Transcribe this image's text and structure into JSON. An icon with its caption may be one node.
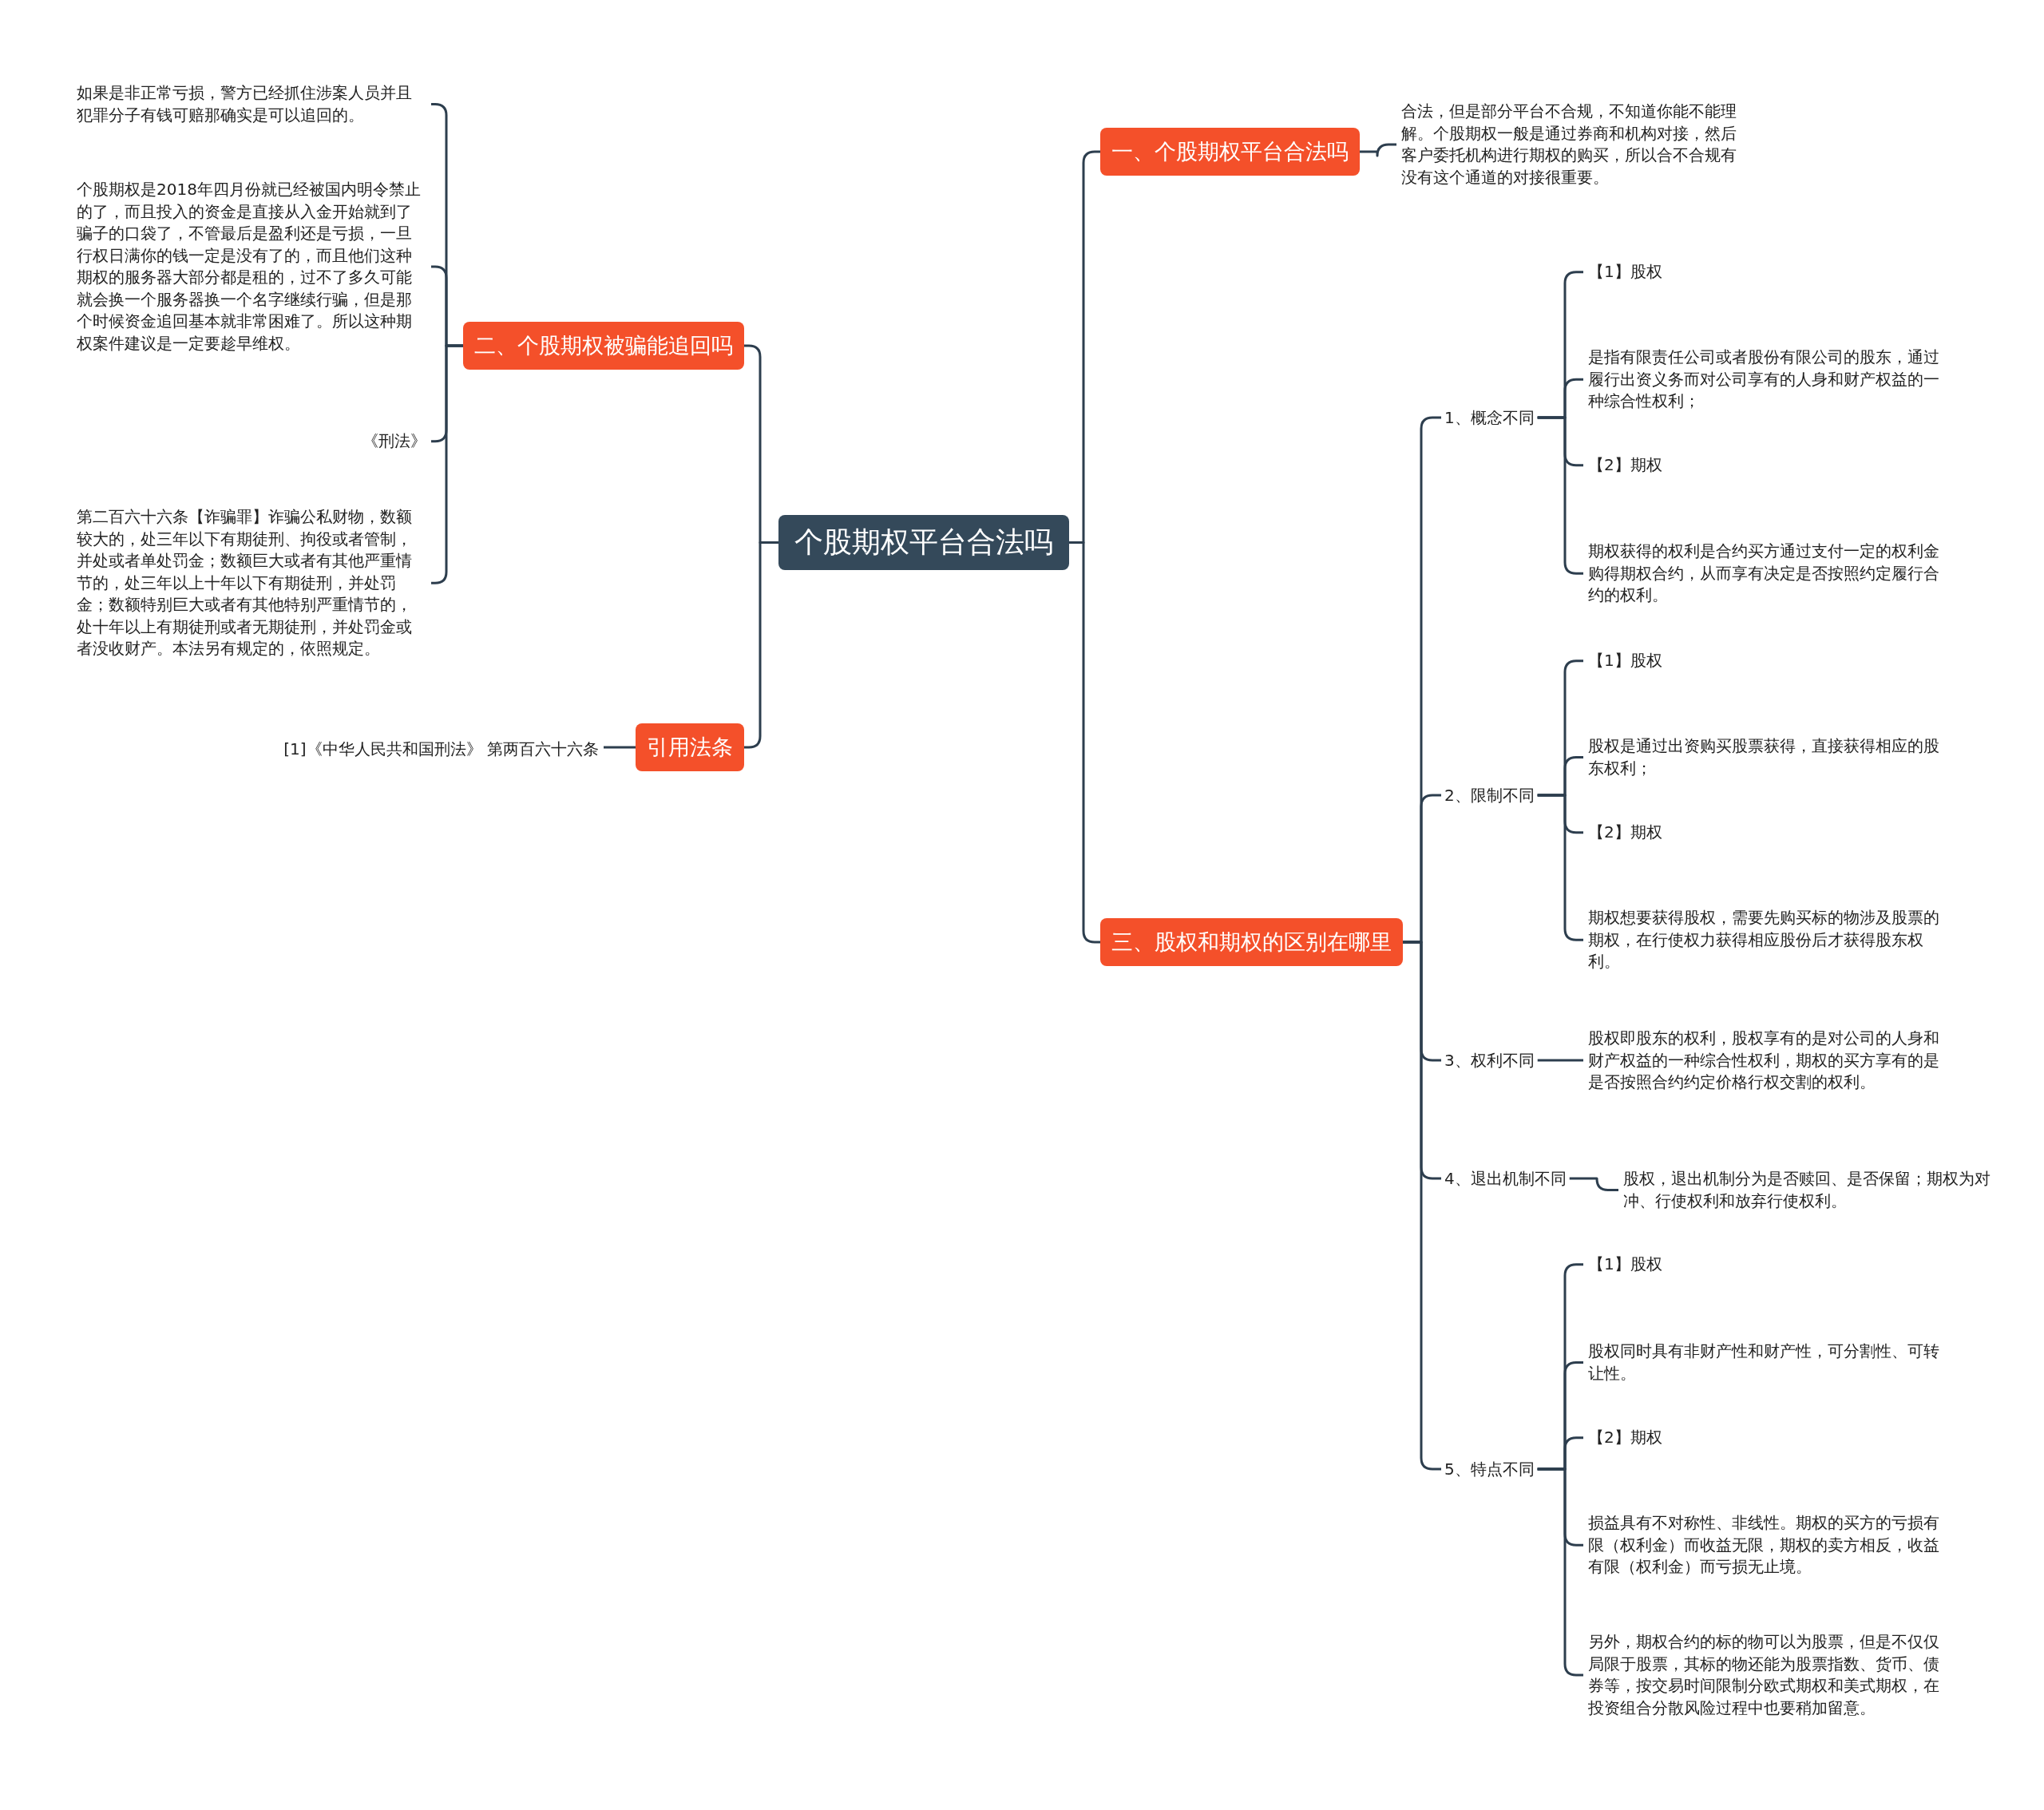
{
  "diagram": {
    "nodes": [
      {
        "text": [
          "个股期权平台合法吗"
        ]
      },
      {
        "text": [
          "一、个股期权平台合法吗"
        ]
      },
      {
        "text": [
          "合法，但是部分平台不合规，不知道你能不能理解。个股期权一般是通过券商和机构对接，然后客户委托机构进行期权的购买，所以合不合规有没有这个通道的对接很重要。"
        ]
      },
      {
        "text": [
          "二、个股期权被骗能追回吗"
        ]
      },
      {
        "text": [
          "如果是非正常亏损，警方已经抓住涉案人员并且犯罪分子有钱可赔那确实是可以追回的。"
        ]
      },
      {
        "text": [
          "个股期权是2018年四月份就已经被国内明令禁止的了，而且投入的资金是直接从入金开始就到了骗子的口袋了，不管最后是盈利还是亏损，一旦行权日满你的钱一定是没有了的，而且他们这种期权的服务器大部分都是租的，过不了多久可能就会换一个服务器换一个名字继续行骗，但是那个时候资金追回基本就非常困难了。所以这种期权案件建议是一定要趁早维权。"
        ]
      },
      {
        "text": [
          "《刑法》"
        ]
      },
      {
        "text": [
          "第二百六十六条【诈骗罪】诈骗公私财物，数额较大的，处三年以下有期徒刑、拘役或者管制，并处或者单处罚金；数额巨大或者有其他严重情节的，处三年以上十年以下有期徒刑，并处罚金；数额特别巨大或者有其他特别严重情节的，处十年以上有期徒刑或者无期徒刑，并处罚金或者没收财产。本法另有规定的，依照规定。"
        ]
      },
      {
        "text": [
          "引用法条"
        ]
      },
      {
        "text": [
          "[1]《中华人民共和国刑法》 第两百六十六条"
        ]
      },
      {
        "text": [
          "三、股权和期权的区别在哪里"
        ]
      },
      {
        "text": [
          "1、概念不同"
        ]
      },
      {
        "text": [
          "【1】股权"
        ]
      },
      {
        "text": [
          "是指有限责任公司或者股份有限公司的股东，通过履行出资义务而对公司享有的人身和财产权益的一种综合性权利；"
        ]
      },
      {
        "text": [
          "【2】期权"
        ]
      },
      {
        "text": [
          "期权获得的权利是合约买方通过支付一定的权利金购得期权合约，从而享有决定是否按照约定履行合约的权利。"
        ]
      },
      {
        "text": [
          "2、限制不同"
        ]
      },
      {
        "text": [
          "【1】股权"
        ]
      },
      {
        "text": [
          "股权是通过出资购买股票获得，直接获得相应的股东权利；"
        ]
      },
      {
        "text": [
          "【2】期权"
        ]
      },
      {
        "text": [
          "期权想要获得股权，需要先购买标的物涉及股票的期权，在行使权力获得相应股份后才获得股东权利。"
        ]
      },
      {
        "text": [
          "3、权利不同"
        ]
      },
      {
        "text": [
          "股权即股东的权利，股权享有的是对公司的人身和财产权益的一种综合性权利，期权的买方享有的是是否按照合约约定价格行权交割的权利。"
        ]
      },
      {
        "text": [
          "4、退出机制不同"
        ]
      },
      {
        "text": [
          "股权，退出机制分为是否赎回、是否保留；期权为对冲、行使权利和放弃行使权利。"
        ]
      },
      {
        "text": [
          "5、特点不同"
        ]
      },
      {
        "text": [
          "【1】股权"
        ]
      },
      {
        "text": [
          "股权同时具有非财产性和财产性，可分割性、可转让性。"
        ]
      },
      {
        "text": [
          "【2】期权"
        ]
      },
      {
        "text": [
          "损益具有不对称性、非线性。期权的买方的亏损有限（权利金）而收益无限，期权的卖方相反，收益有限（权利金）而亏损无止境。"
        ]
      },
      {
        "text": [
          "另外，期权合约的标的物可以为股票，但是不仅仅局限于股票，其标的物还能为股票指数、货币、债券等，按交易时间限制分欧式期权和美式期权，在投资组合分散风险过程中也要稍加留意。"
        ]
      }
    ],
    "edges": [
      {
        "from": 0,
        "to": 1,
        "arrow": "none"
      },
      {
        "from": 1,
        "to": 2,
        "arrow": "none"
      },
      {
        "from": 0,
        "to": 3,
        "arrow": "none"
      },
      {
        "from": 3,
        "to": 4,
        "arrow": "none"
      },
      {
        "from": 3,
        "to": 5,
        "arrow": "none"
      },
      {
        "from": 3,
        "to": 6,
        "arrow": "none"
      },
      {
        "from": 3,
        "to": 7,
        "arrow": "none"
      },
      {
        "from": 0,
        "to": 8,
        "arrow": "none"
      },
      {
        "from": 8,
        "to": 9,
        "arrow": "none"
      },
      {
        "from": 0,
        "to": 10,
        "arrow": "none"
      },
      {
        "from": 10,
        "to": 11,
        "arrow": "none"
      },
      {
        "from": 11,
        "to": 12,
        "arrow": "none"
      },
      {
        "from": 11,
        "to": 13,
        "arrow": "none"
      },
      {
        "from": 11,
        "to": 14,
        "arrow": "none"
      },
      {
        "from": 11,
        "to": 15,
        "arrow": "none"
      },
      {
        "from": 10,
        "to": 16,
        "arrow": "none"
      },
      {
        "from": 16,
        "to": 17,
        "arrow": "none"
      },
      {
        "from": 16,
        "to": 18,
        "arrow": "none"
      },
      {
        "from": 16,
        "to": 19,
        "arrow": "none"
      },
      {
        "from": 16,
        "to": 20,
        "arrow": "none"
      },
      {
        "from": 10,
        "to": 21,
        "arrow": "none"
      },
      {
        "from": 21,
        "to": 22,
        "arrow": "none"
      },
      {
        "from": 10,
        "to": 23,
        "arrow": "none"
      },
      {
        "from": 23,
        "to": 24,
        "arrow": "none"
      },
      {
        "from": 10,
        "to": 25,
        "arrow": "none"
      },
      {
        "from": 25,
        "to": 26,
        "arrow": "none"
      },
      {
        "from": 25,
        "to": 27,
        "arrow": "none"
      },
      {
        "from": 25,
        "to": 28,
        "arrow": "none"
      },
      {
        "from": 25,
        "to": 29,
        "arrow": "none"
      },
      {
        "from": 25,
        "to": 30,
        "arrow": "none"
      }
    ]
  }
}
